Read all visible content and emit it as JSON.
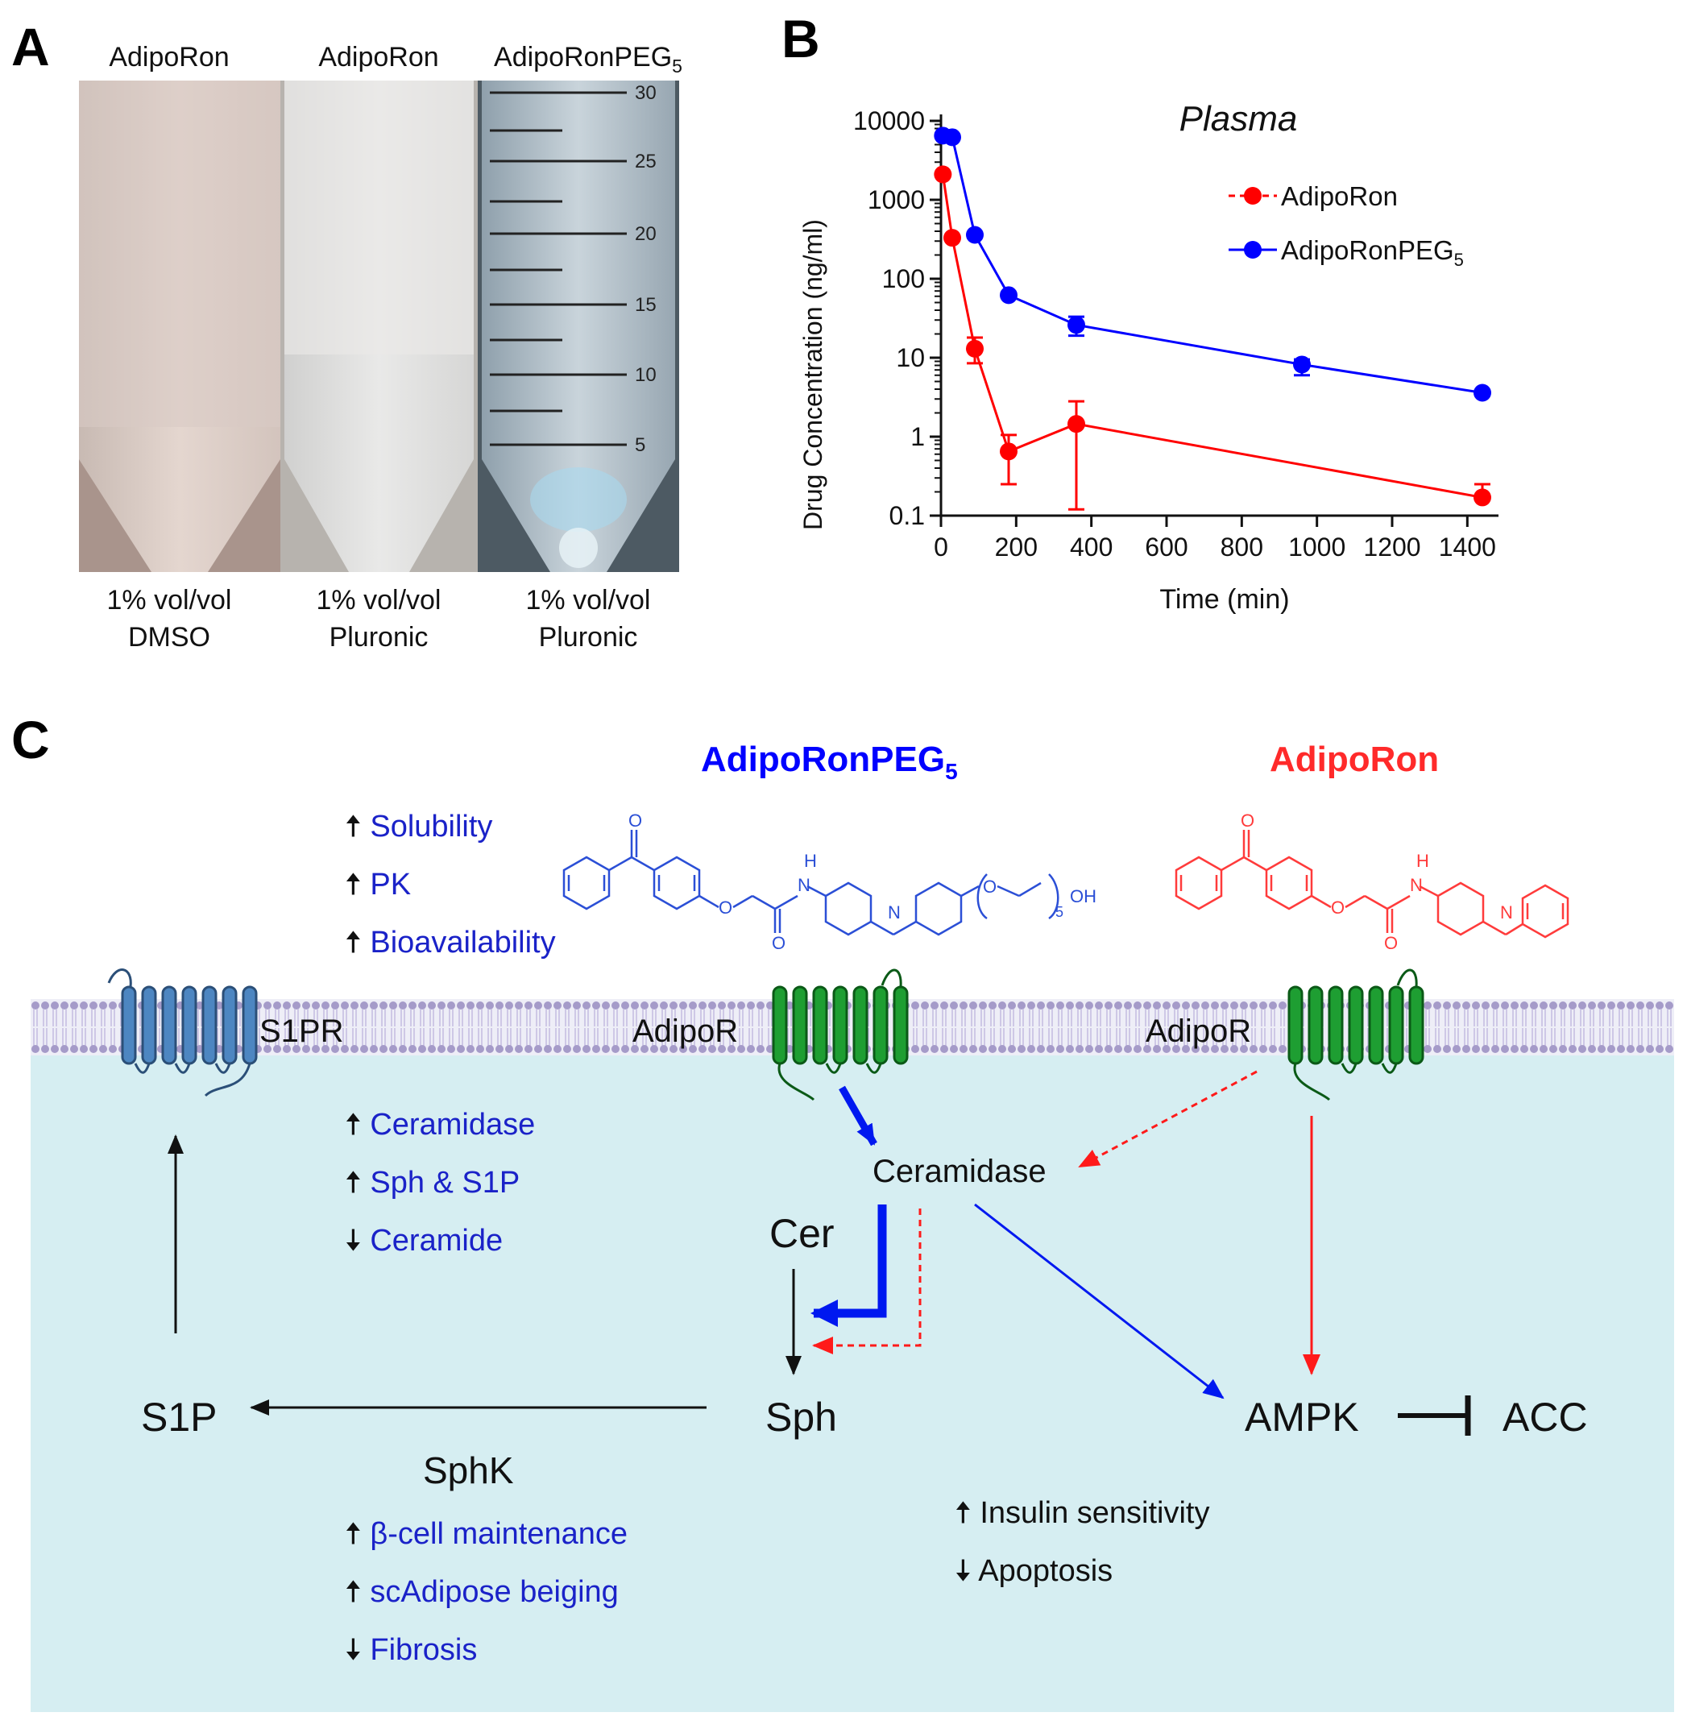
{
  "panel_a": {
    "letter": "A",
    "tubes": [
      {
        "title": "AdipoRon",
        "title_sub": "",
        "caption_line1": "1% vol/vol",
        "caption_line2": "DMSO"
      },
      {
        "title": "AdipoRon",
        "title_sub": "",
        "caption_line1": "1% vol/vol",
        "caption_line2": "Pluronic"
      },
      {
        "title": "AdipoRonPEG",
        "title_sub": "5",
        "caption_line1": "1% vol/vol",
        "caption_line2": "Pluronic"
      }
    ],
    "graduations": [
      "30",
      "25",
      "20",
      "15",
      "10",
      "5"
    ]
  },
  "panel_b": {
    "letter": "B"
  },
  "chart_data": {
    "type": "line",
    "title": "Plasma",
    "xlabel": "Time (min)",
    "ylabel": "Drug Concentration (ng/ml)",
    "xlim": [
      0,
      1440
    ],
    "ylim": [
      0.1,
      10000
    ],
    "y_scale": "log",
    "x_ticks": [
      "0",
      "200",
      "400",
      "600",
      "800",
      "1000",
      "1200",
      "1400"
    ],
    "y_ticks": [
      "0.1",
      "1",
      "10",
      "100",
      "1000",
      "10000"
    ],
    "legend_placement": "top-right",
    "series": [
      {
        "name": "AdipoRon",
        "color": "#ff0000",
        "x": [
          5,
          30,
          90,
          180,
          360,
          1440
        ],
        "y": [
          2100,
          330,
          13,
          0.65,
          1.45,
          0.17
        ],
        "err_low": [
          2100,
          330,
          8.5,
          0.25,
          0.12,
          0.17
        ],
        "err_high": [
          2100,
          330,
          18,
          1.05,
          2.8,
          0.25
        ]
      },
      {
        "name": "AdipoRonPEG5",
        "color": "#0000ff",
        "x": [
          5,
          30,
          90,
          180,
          360,
          960,
          1440
        ],
        "y": [
          6500,
          6200,
          360,
          62,
          26,
          8.2,
          3.6
        ],
        "err_low": [
          6500,
          6200,
          360,
          62,
          19,
          6.0,
          3.6
        ],
        "err_high": [
          6500,
          6200,
          360,
          62,
          33,
          9.5,
          3.6
        ]
      }
    ]
  },
  "legend": {
    "adiporon": "AdipoRon",
    "peg_main": "AdipoRonPEG",
    "peg_sub": "5"
  },
  "panel_c": {
    "letter": "C",
    "peg_title_main": "AdipoRonPEG",
    "peg_title_sub": "5",
    "adiporon_title": "AdipoRon",
    "struct_peg_o_top": "O",
    "struct_peg_o_ether": "O",
    "struct_peg_o_amide": "O",
    "struct_peg_nh": "H",
    "struct_peg_n_amide": "N",
    "struct_peg_n_ring": "N",
    "struct_peg_o_peg": "O",
    "struct_peg_n5": "5",
    "struct_peg_oh": "OH",
    "struct_ar_o_top": "O",
    "struct_ar_o_ether": "O",
    "struct_ar_o_amide": "O",
    "struct_ar_nh": "H",
    "struct_ar_n_amide": "N",
    "struct_ar_n_ring": "N",
    "benefits_top": [
      "Solubility",
      "PK",
      "Bioavailability"
    ],
    "benefits_mid": [
      {
        "dir": "up",
        "text": "Ceramidase"
      },
      {
        "dir": "up",
        "text": "Sph & S1P"
      },
      {
        "dir": "down",
        "text": "Ceramide"
      }
    ],
    "benefits_bottom": [
      {
        "dir": "up",
        "text": "β-cell maintenance"
      },
      {
        "dir": "up",
        "text": "scAdipose beiging"
      },
      {
        "dir": "down",
        "text": "Fibrosis"
      }
    ],
    "effects_black": [
      {
        "dir": "up",
        "text": "Insulin sensitivity"
      },
      {
        "dir": "down",
        "text": "Apoptosis"
      }
    ],
    "s1pr": "S1PR",
    "adipor_left": "AdipoR",
    "adipor_right": "AdipoR",
    "ceramidase": "Ceramidase",
    "cer": "Cer",
    "sph": "Sph",
    "s1p": "S1P",
    "sphk": "SphK",
    "ampk": "AMPK",
    "acc": "ACC"
  }
}
